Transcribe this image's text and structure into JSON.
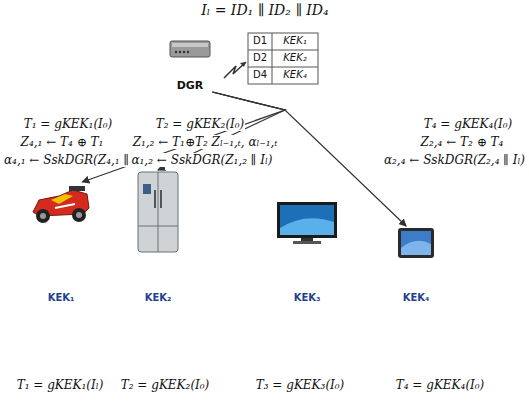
{
  "diagram": {
    "nodes": [
      {
        "text": [
          "DGR"
        ]
      },
      {
        "text": [
          "KEK₁"
        ]
      },
      {
        "text": [
          "KEK₂"
        ]
      },
      {
        "text": [
          "KEK₃"
        ]
      },
      {
        "text": [
          "KEK₄"
        ]
      }
    ],
    "edges": [
      {
        "from": 0,
        "to": 1,
        "arrow": "to"
      },
      {
        "from": 0,
        "to": 2,
        "arrow": "to"
      },
      {
        "from": 0,
        "to": 4,
        "arrow": "to"
      }
    ],
    "labels": [
      "Iₗ = ID₁ ∥ ID₂ ∥ ID₄",
      "D1",
      "KEK₁",
      "D2",
      "KEK₂",
      "D4",
      "KEK₄",
      "T₁ = gKEK₁(I₀)",
      "Z₄,₁ ← T₄ ⊕ T₁",
      "α₄,₁ ← SskDGR(Z₄,₁ ∥ Iₗ)",
      "T₂ = gKEK₂(I₀)",
      "Z₁,₂ ← T₁⊕T₂ Zₗ₋₁,ₜ, αₗ₋₁,ₜ",
      "α₁,₂ ← SskDGR(Z₁,₂ ∥ Iₗ)",
      "T₄ = gKEK₄(I₀)",
      "Z₂,₄ ← T₂ ⊕ T₄",
      "α₂,₄ ← SskDGR(Z₂,₄ ∥ Iₗ)",
      "T₁ = gKEK₁(Iₗ)",
      "T₂ = gKEK₂(I₀)",
      "T₃ = gKEK₃(I₀)",
      "T₄ = gKEK₄(I₀)"
    ]
  }
}
